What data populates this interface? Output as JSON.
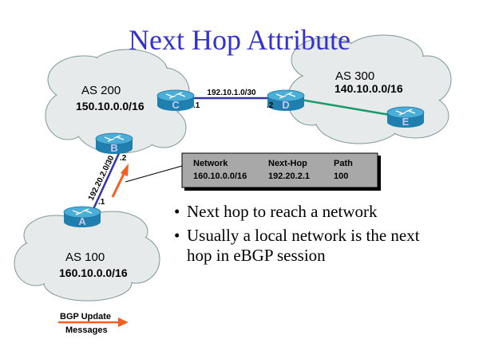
{
  "title": "Next Hop Attribute",
  "clouds": {
    "as200": {
      "name": "AS 200",
      "prefix": "150.10.0.0/16"
    },
    "as300": {
      "name": "AS 300",
      "prefix": "140.10.0.0/16"
    },
    "as100": {
      "name": "AS 100",
      "prefix": "160.10.0.0/16"
    }
  },
  "routers": {
    "a": "A",
    "b": "B",
    "c": "C",
    "d": "D",
    "e": "E"
  },
  "links": {
    "cd": {
      "subnet": "192.10.1.0/30",
      "c_side": ".1",
      "d_side": ".2"
    },
    "ab": {
      "subnet": "192.20.2.0/30",
      "a_side": ".1",
      "b_side": ".2"
    }
  },
  "table": {
    "headers": [
      "Network",
      "Next-Hop",
      "Path"
    ],
    "row": [
      "160.10.0.0/16",
      "192.20.2.1",
      "100"
    ]
  },
  "bullets": [
    {
      "lines": [
        "Next hop to reach a network"
      ]
    },
    {
      "lines": [
        "Usually a local network is the next",
        "hop in eBGP session"
      ]
    }
  ],
  "legend": {
    "line1": "BGP Update",
    "line2": "Messages"
  },
  "colors": {
    "title": "#3333cc",
    "link": "#3333aa",
    "link_green": "#1a9a6a",
    "arrow": "#f06020",
    "router": "#2a8cb8",
    "table_bg": "#a8a8a8"
  }
}
